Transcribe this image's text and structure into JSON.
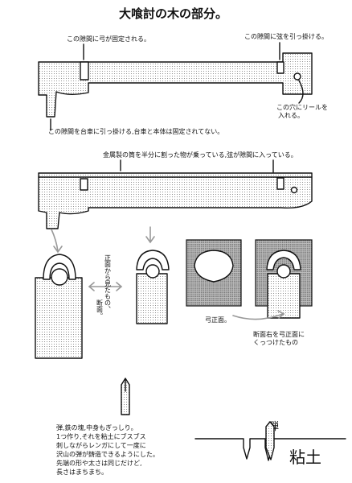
{
  "title": "大喰討の木の部分。",
  "fig1": {
    "note_top_left": "この隙間に弓が固定される。",
    "note_top_right": "この隙間に弦を引っ掛ける。",
    "note_hole_1": "この穴にリールを",
    "note_hole_2": "入れる。",
    "note_bottom": "この隙間を台車に引っ掛ける,台車と本体は固定されてない。"
  },
  "fig2": {
    "note_top": "金属製の筒を半分に割った物が乗っている,弦が隙間に入っている。"
  },
  "fig3": {
    "side_note_1": "正面から見たもの、",
    "side_note_2": "断面。",
    "label_bow_front": "弓正面。",
    "label_combined_1": "断面右を弓正面に",
    "label_combined_2": "くっつけたもの"
  },
  "fig4": {
    "text_lines": [
      "弾,鉄の塊,中身もぎっしり。",
      "1つ作り,それを粘土にブスブス",
      "刺しながらレンガにして一度に",
      "沢山の弾が鋳造できるようにした。",
      "先端の形や太さは同じだけど,",
      "長さはまちまち。"
    ],
    "label_bullet": "弾",
    "label_clay": "粘土"
  }
}
